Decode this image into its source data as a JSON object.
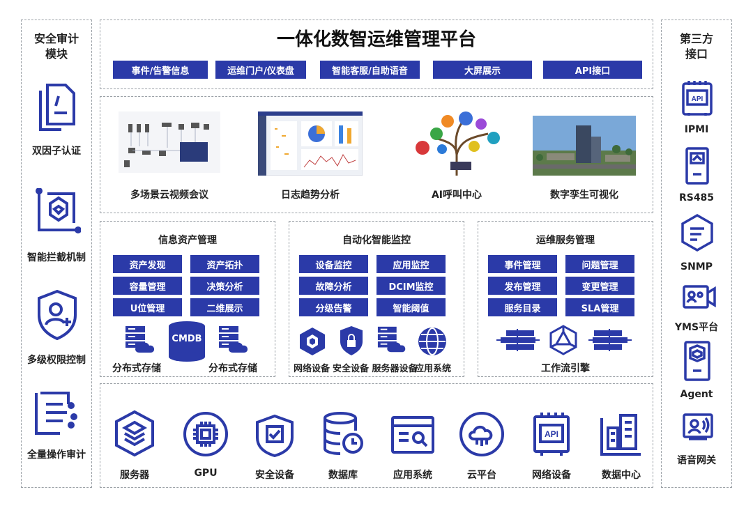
{
  "left": {
    "title": [
      "安全审计",
      "模块"
    ],
    "items": [
      "双因子认证",
      "智能拦截机制",
      "多级权限控制",
      "全量操作审计"
    ]
  },
  "right": {
    "title": [
      "第三方",
      "接口"
    ],
    "items": [
      "IPMI",
      "RS485",
      "SNMP",
      "YMS平台",
      "Agent",
      "语音网关"
    ]
  },
  "header": {
    "title": "一体化数智运维管理平台",
    "buttons": [
      "事件/告警信息",
      "运维门户/仪表盘",
      "智能客服/自助语音",
      "大屏展示",
      "API接口"
    ]
  },
  "showcase": {
    "items": [
      "多场景云视频会议",
      "日志趋势分析",
      "AI呼叫中心",
      "数字孪生可视化"
    ]
  },
  "asset": {
    "title": "信息资产管理",
    "buttons": [
      "资产发现",
      "资产拓扑",
      "容量管理",
      "决策分析",
      "U位管理",
      "二维展示"
    ],
    "storage": [
      "分布式存储",
      "分布式存储"
    ],
    "cmdb": "CMDB"
  },
  "monitor": {
    "title": "自动化智能监控",
    "buttons": [
      "设备监控",
      "应用监控",
      "故障分析",
      "DCIM监控",
      "分级告警",
      "智能阈值"
    ],
    "devices": [
      "网络设备",
      "安全设备",
      "服务器设备",
      "应用系统"
    ]
  },
  "service": {
    "title": "运维服务管理",
    "buttons": [
      "事件管理",
      "问题管理",
      "发布管理",
      "变更管理",
      "服务目录",
      "SLA管理"
    ],
    "engine": "工作流引擎"
  },
  "infra": {
    "items": [
      "服务器",
      "GPU",
      "安全设备",
      "数据库",
      "应用系统",
      "云平台",
      "网络设备",
      "数据中心"
    ]
  },
  "colors": {
    "primary": "#2b3aa8",
    "border": "#9aa0a6"
  }
}
